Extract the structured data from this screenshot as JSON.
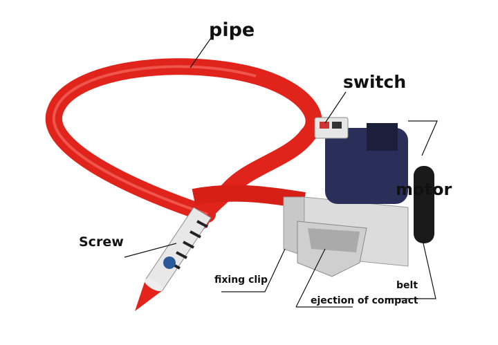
{
  "labels": {
    "pipe": "pipe",
    "switch": "switch",
    "motor": "motor",
    "screw": "Screw",
    "fixing_clip": "fixing clip",
    "belt": "belt",
    "ejection": "ejection of compact"
  },
  "colors": {
    "pipe": "#e0241c",
    "motor": "#2a2f5a",
    "housing": "#d8d8d8",
    "tip": "#e4231b"
  }
}
